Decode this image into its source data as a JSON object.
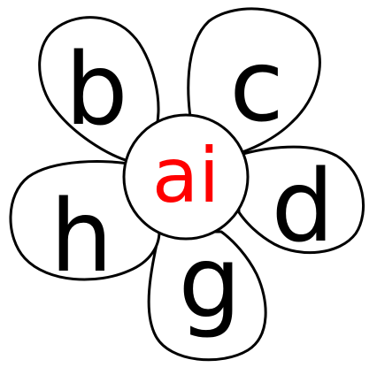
{
  "flower": {
    "center": {
      "text": "ai",
      "color": "#ff0000"
    },
    "petals": [
      {
        "id": "top-left",
        "text": "b"
      },
      {
        "id": "top-right",
        "text": "c"
      },
      {
        "id": "right",
        "text": "d"
      },
      {
        "id": "bottom",
        "text": "g"
      },
      {
        "id": "left",
        "text": "h"
      }
    ],
    "letter_color": "#000000",
    "outline_color": "#000000",
    "background": "#ffffff"
  }
}
